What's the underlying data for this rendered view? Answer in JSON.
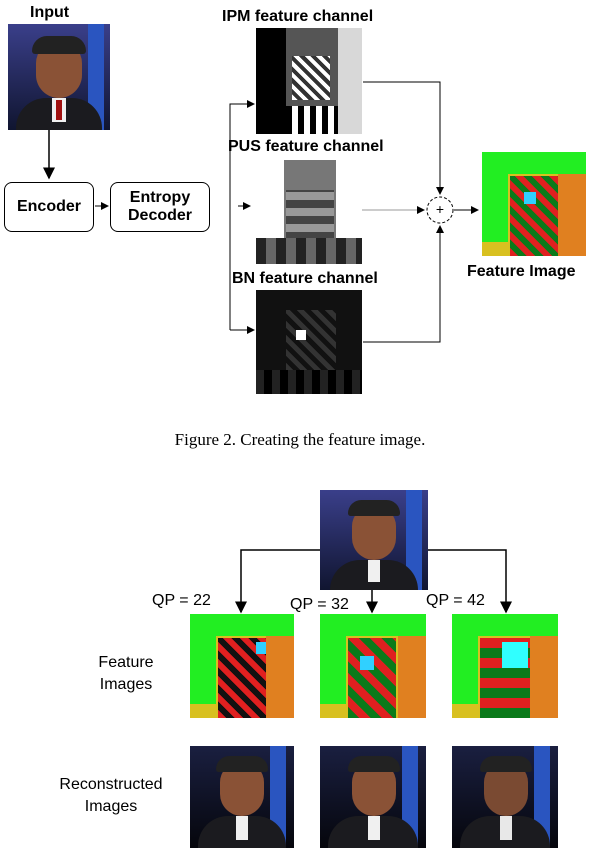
{
  "fig1": {
    "input_label": "Input",
    "encoder_label": "Encoder",
    "entropy_decoder_label": "Entropy Decoder",
    "ipm_label": "IPM feature channel",
    "pus_label": "PUS feature channel",
    "bn_label": "BN feature channel",
    "plus_symbol": "+",
    "feature_image_label": "Feature Image",
    "caption": "Figure 2.   Creating the feature image."
  },
  "fig2": {
    "qp_labels": [
      "QP = 22",
      "QP = 32",
      "QP = 42"
    ],
    "feature_images_label": "Feature Images",
    "reconstructed_images_label": "Reconstructed Images"
  },
  "colors": {
    "green": "#22ee22",
    "dark_green": "#0a7a1a",
    "red": "#e02020",
    "orange": "#e08020",
    "yellow": "#d8c020",
    "cyan": "#30d0ff"
  }
}
